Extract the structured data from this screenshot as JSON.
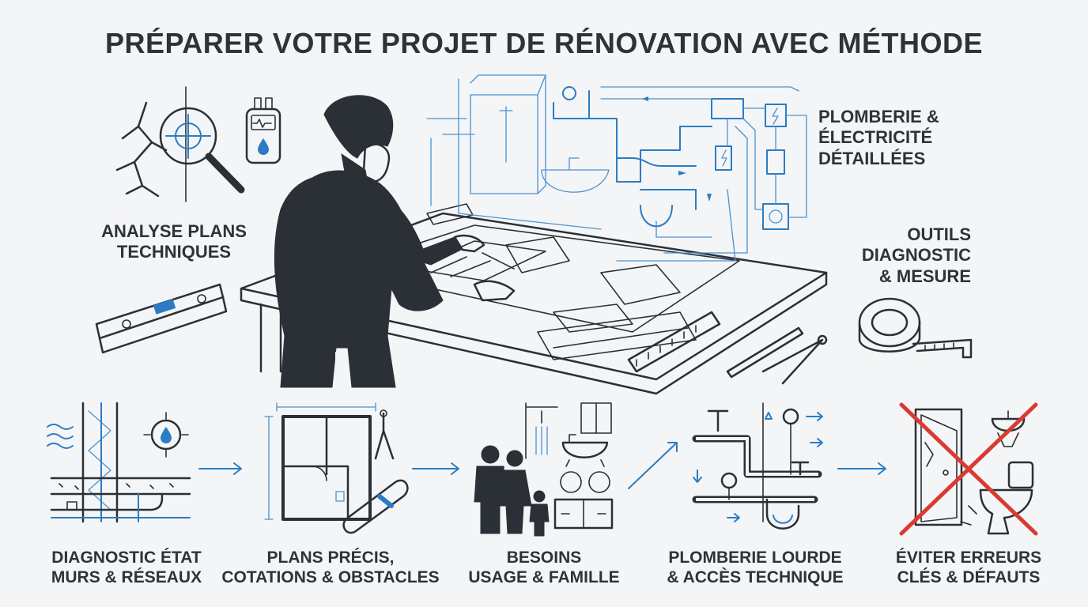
{
  "title": "PRÉPARER VOTRE PROJET DE RÉNOVATION AVEC MÉTHODE",
  "top_labels": {
    "analyse": [
      "ANALYSE PLANS",
      "TECHNIQUES"
    ],
    "plomberie": [
      "PLOMBERIE &",
      "ÉLECTRICITÉ",
      "DÉTAILLÉES"
    ],
    "outils": [
      "OUTILS",
      "DIAGNOSTIC",
      "& MESURE"
    ]
  },
  "steps": [
    {
      "icon": "wall-network-icon",
      "lines": [
        "DIAGNOSTIC ÉTAT",
        "MURS & RÉSEAUX"
      ]
    },
    {
      "icon": "floor-plan-icon",
      "lines": [
        "PLANS PRÉCIS,",
        "COTATIONS & OBSTACLES"
      ]
    },
    {
      "icon": "family-icon",
      "lines": [
        "BESOINS",
        "USAGE & FAMILLE"
      ]
    },
    {
      "icon": "pipes-icon",
      "lines": [
        "PLOMBERIE LOURDE",
        "& ACCÈS TECHNIQUE"
      ]
    },
    {
      "icon": "crossed-bathroom-icon",
      "lines": [
        "ÉVITER ERREURS",
        "CLÉS & DÉFAUTS"
      ]
    }
  ],
  "colors": {
    "ink": "#2b3036",
    "accent": "#2b7cc4",
    "warning": "#d93a32",
    "background": "#f4f5f6"
  }
}
